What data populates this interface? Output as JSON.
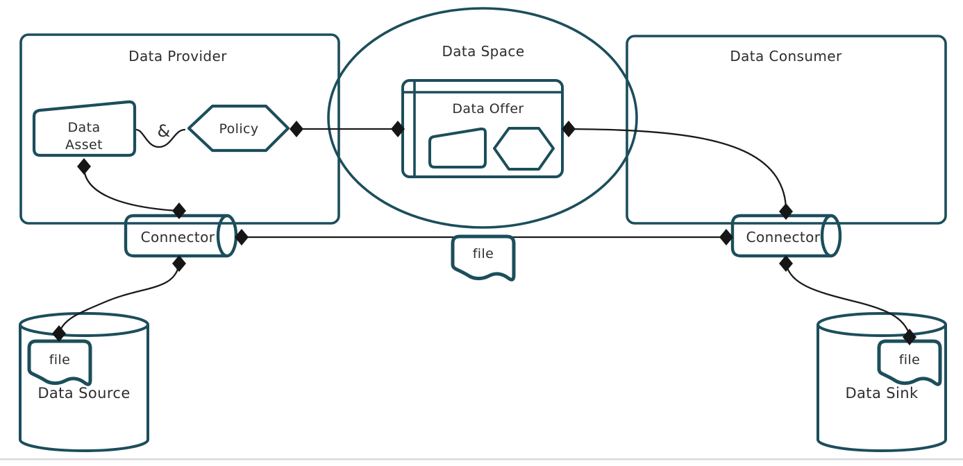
{
  "provider": {
    "title": "Data Provider",
    "asset": {
      "line1": "Data",
      "line2": "Asset"
    },
    "and_symbol": "&",
    "policy_label": "Policy",
    "connector_label": "Connector"
  },
  "space": {
    "title": "Data Space",
    "offer_title": "Data Offer"
  },
  "consumer": {
    "title": "Data Consumer",
    "connector_label": "Connector"
  },
  "transfer": {
    "file_label": "file"
  },
  "source": {
    "title": "Data Source",
    "file_label": "file"
  },
  "sink": {
    "title": "Data Sink",
    "file_label": "file"
  },
  "colors": {
    "outline_teal": "#1c4e5b",
    "relation_line": "#1a1a1a",
    "diamond_black": "#161616",
    "text": "#2d2d2d",
    "bottom_rule_gray": "#d9d9d9",
    "background": "#ffffff"
  }
}
